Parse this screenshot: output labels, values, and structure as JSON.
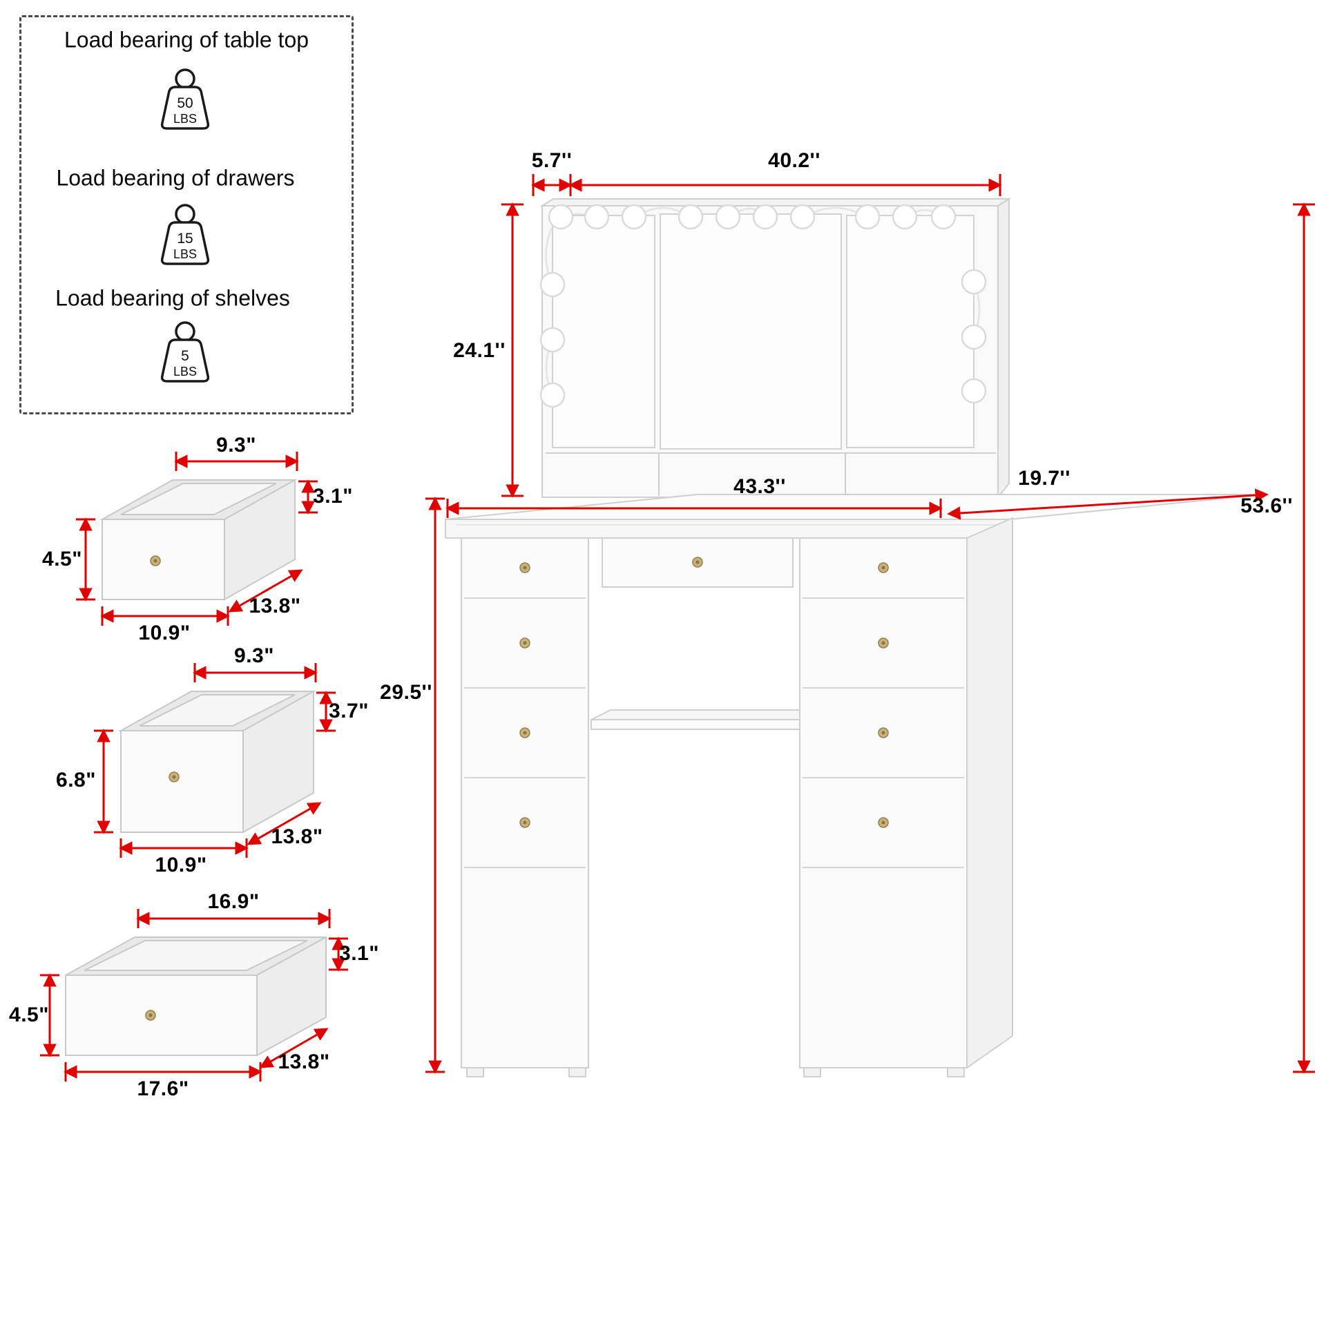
{
  "load_bearing_panel": {
    "items": [
      {
        "label": "Load bearing of table top",
        "weight": "50",
        "unit": "LBS"
      },
      {
        "label": "Load bearing of drawers",
        "weight": "15",
        "unit": "LBS"
      },
      {
        "label": "Load bearing of shelves",
        "weight": "5",
        "unit": "LBS"
      }
    ]
  },
  "drawer_diagrams": [
    {
      "top_width": "9.3\"",
      "back_height": "3.1\"",
      "front_height": "4.5\"",
      "bottom_width": "10.9\"",
      "depth": "13.8\""
    },
    {
      "top_width": "9.3\"",
      "back_height": "3.7\"",
      "front_height": "6.8\"",
      "bottom_width": "10.9\"",
      "depth": "13.8\""
    },
    {
      "top_width": "16.9\"",
      "back_height": "3.1\"",
      "front_height": "4.5\"",
      "bottom_width": "17.6\"",
      "depth": "13.8\""
    }
  ],
  "vanity_diagram": {
    "hutch_side_depth": "5.7''",
    "mirror_width": "40.2''",
    "mirror_height": "24.1''",
    "tabletop_width": "43.3''",
    "tabletop_depth": "19.7''",
    "desk_height": "29.5''",
    "total_height": "53.6''"
  },
  "colors": {
    "dimension_red": "#e00000",
    "outline_gray": "#cccccc",
    "knob_gold": "#c9b179",
    "text_black": "#000000"
  }
}
